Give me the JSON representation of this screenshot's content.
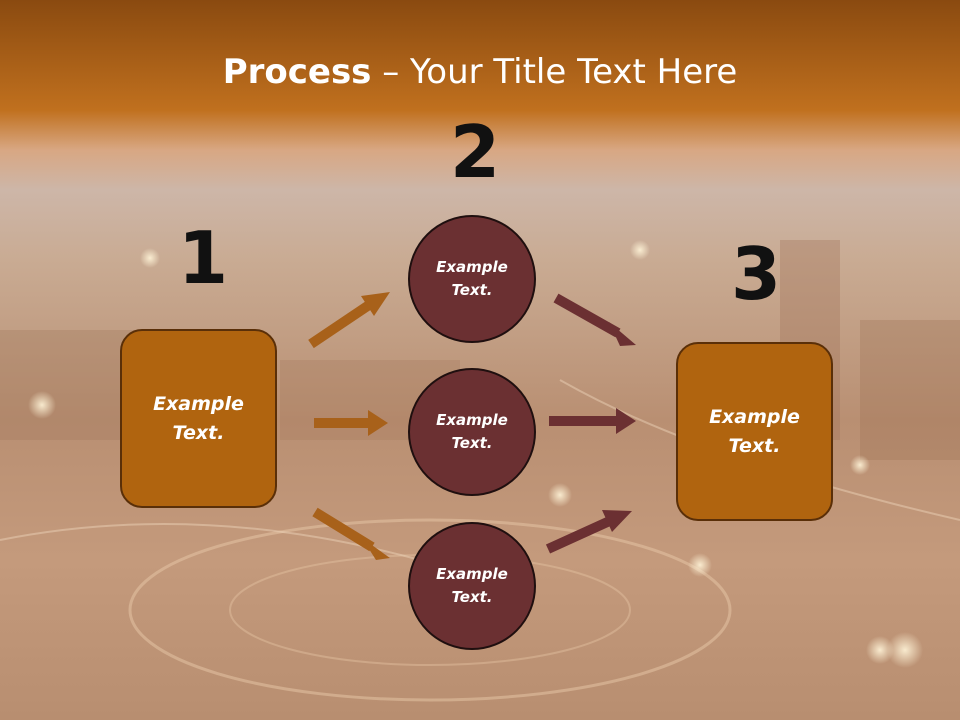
{
  "title": {
    "bold": "Process",
    "rest": " – Your Title Text Here"
  },
  "steps": [
    {
      "number": "1"
    },
    {
      "number": "2"
    },
    {
      "number": "3"
    }
  ],
  "left_box": {
    "text": "Example\nText."
  },
  "circles": [
    {
      "text": "Example\nText."
    },
    {
      "text": "Example\nText."
    },
    {
      "text": "Example\nText."
    }
  ],
  "right_box": {
    "text": "Example\nText."
  },
  "colors": {
    "box_fill": "#b0640f",
    "circle_fill": "#6b3032",
    "arrow_left": "#a8611a",
    "arrow_right": "#6b3032",
    "title_bar": "#c0701e"
  }
}
